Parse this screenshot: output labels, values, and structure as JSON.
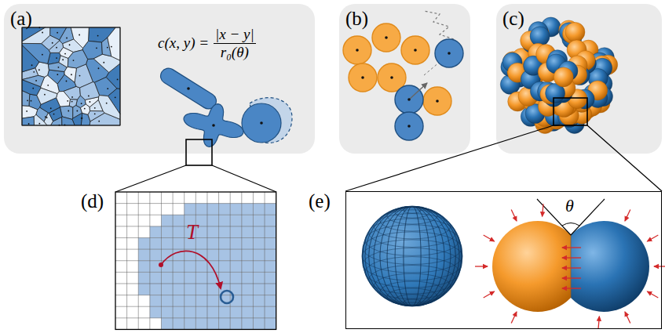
{
  "diagram": {
    "nodes": [
      {
        "text": [
          "(a)",
          "c(x, y) =",
          "|x − y|",
          "r₀(θ)"
        ]
      },
      {
        "text": [
          "(b)"
        ]
      },
      {
        "text": [
          "(c)"
        ]
      },
      {
        "text": [
          "(d)",
          "T"
        ]
      },
      {
        "text": [
          "(e)",
          "θ"
        ]
      }
    ]
  }
}
